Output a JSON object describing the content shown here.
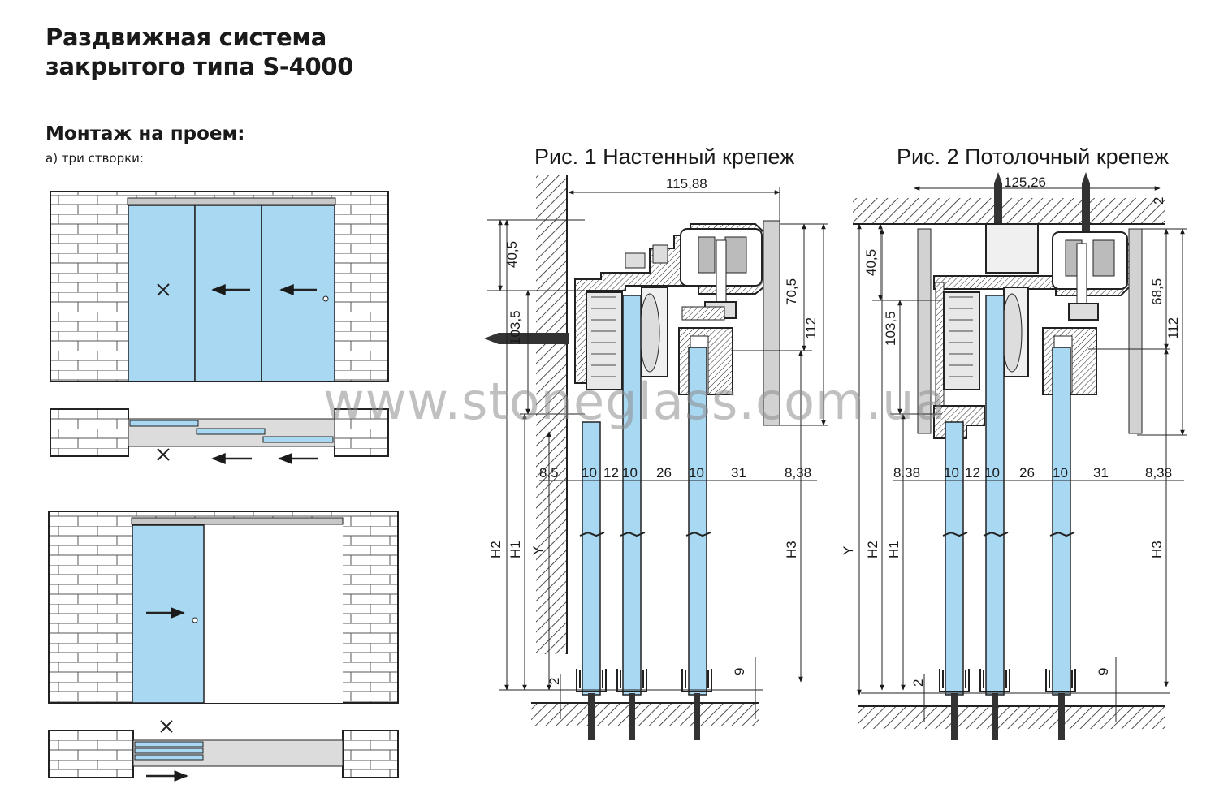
{
  "title_line1": "Раздвижная система",
  "title_line2": "закрытого типа  S-4000",
  "mount_heading": "Монтаж на проем:",
  "mount_note": "а) три створки:",
  "fig1": {
    "caption": "Рис. 1 Настенный крепеж",
    "dims": {
      "width": "115,88",
      "d40": "40,5",
      "d103": "103,5",
      "d70": "70,5",
      "d112": "112",
      "b1": "8,5",
      "b2": "10",
      "b3": "12",
      "b4": "10",
      "b5": "26",
      "b6": "10",
      "b7": "31",
      "b8": "8,38",
      "h2": "H2",
      "h1": "H1",
      "y": "Y",
      "h3": "H3",
      "d2": "2",
      "d9": "9"
    }
  },
  "fig2": {
    "caption": "Рис. 2 Потолочный крепеж",
    "dims": {
      "width": "125,26",
      "d2top": "2",
      "d40": "40,5",
      "d103": "103,5",
      "d68": "68,5",
      "d112": "112",
      "b1": "8,38",
      "b2": "10",
      "b3": "12",
      "b4": "10",
      "b5": "26",
      "b6": "10",
      "b7": "31",
      "b8": "8,38",
      "y": "Y",
      "h2": "H2",
      "h1": "H1",
      "h3": "H3",
      "d2": "2",
      "d9": "9"
    }
  },
  "watermark": "www.stoneglass.com.ua",
  "colors": {
    "glass": "#a8d8f2",
    "rail": "#c8c8c8",
    "line": "#1a1a1a",
    "wall": "#ffffff"
  }
}
